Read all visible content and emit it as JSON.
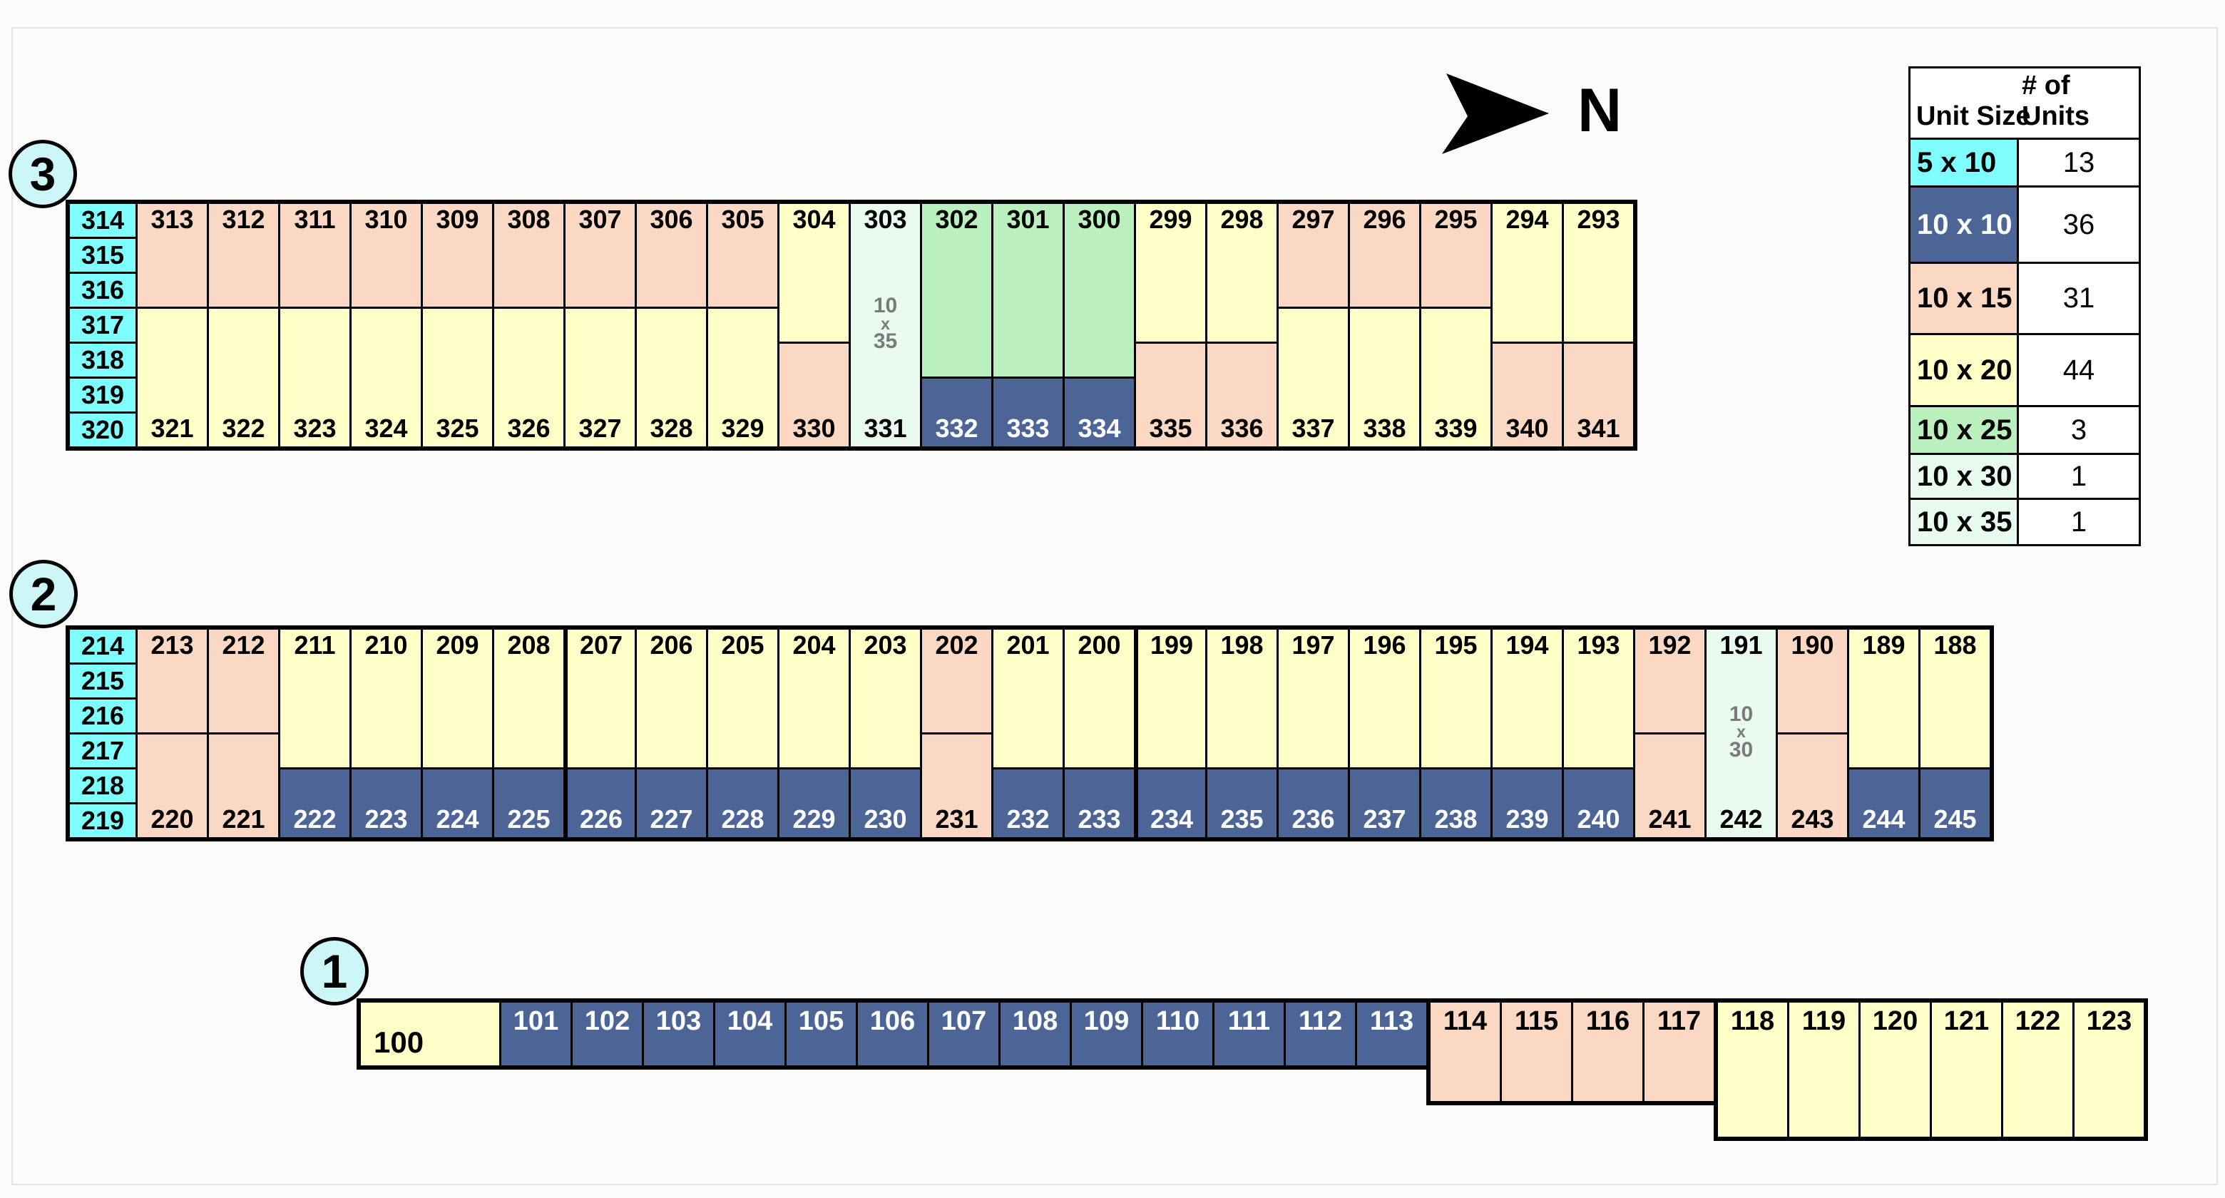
{
  "north": {
    "label": "N"
  },
  "palette": {
    "5x10": {
      "bg": "#7EFEFE",
      "fg": "#000000"
    },
    "10x10": {
      "bg": "#4D6496",
      "fg": "#FFFFFF"
    },
    "10x15": {
      "bg": "#FBD8C3",
      "fg": "#000000"
    },
    "10x20": {
      "bg": "#FFFFC8",
      "fg": "#000000"
    },
    "10x25": {
      "bg": "#BAF0BE",
      "fg": "#000000"
    },
    "10x30": {
      "bg": "#E9FAEF",
      "fg": "#000000"
    },
    "10x35": {
      "bg": "#E9FAEF",
      "fg": "#000000"
    }
  },
  "legend": {
    "header_size": "Unit Size",
    "header_count": "# of Units",
    "rows": [
      {
        "size": "5 x 10",
        "count": "13",
        "type": "5x10"
      },
      {
        "size": "10 x 10",
        "count": "36",
        "type": "10x10"
      },
      {
        "size": "10 x 15",
        "count": "31",
        "type": "10x15"
      },
      {
        "size": "10 x 20",
        "count": "44",
        "type": "10x20"
      },
      {
        "size": "10 x 25",
        "count": "3",
        "type": "10x25"
      },
      {
        "size": "10 x 30",
        "count": "1",
        "type": "10x30"
      },
      {
        "size": "10 x 35",
        "count": "1",
        "type": "10x35"
      }
    ]
  },
  "building3": {
    "badge": "3",
    "side_units": [
      {
        "label": "314",
        "type": "5x10"
      },
      {
        "label": "315",
        "type": "5x10"
      },
      {
        "label": "316",
        "type": "5x10"
      },
      {
        "label": "317",
        "type": "5x10"
      },
      {
        "label": "318",
        "type": "5x10"
      },
      {
        "label": "319",
        "type": "5x10"
      },
      {
        "label": "320",
        "type": "5x10"
      }
    ],
    "columns": [
      {
        "t": "313",
        "tt": "10x15",
        "tr": 3,
        "b": "321",
        "bt": "10x20"
      },
      {
        "t": "312",
        "tt": "10x15",
        "tr": 3,
        "b": "322",
        "bt": "10x20"
      },
      {
        "t": "311",
        "tt": "10x15",
        "tr": 3,
        "b": "323",
        "bt": "10x20"
      },
      {
        "t": "310",
        "tt": "10x15",
        "tr": 3,
        "b": "324",
        "bt": "10x20"
      },
      {
        "t": "309",
        "tt": "10x15",
        "tr": 3,
        "b": "325",
        "bt": "10x20"
      },
      {
        "t": "308",
        "tt": "10x15",
        "tr": 3,
        "b": "326",
        "bt": "10x20"
      },
      {
        "t": "307",
        "tt": "10x15",
        "tr": 3,
        "b": "327",
        "bt": "10x20"
      },
      {
        "t": "306",
        "tt": "10x15",
        "tr": 3,
        "b": "328",
        "bt": "10x20"
      },
      {
        "t": "305",
        "tt": "10x15",
        "tr": 3,
        "b": "329",
        "bt": "10x20"
      },
      {
        "t": "304",
        "tt": "10x20",
        "tr": 4,
        "b": "330",
        "bt": "10x15"
      },
      {
        "full": true,
        "t": "303",
        "b": "331",
        "type": "10x35",
        "note": [
          "10",
          "x",
          "35"
        ]
      },
      {
        "t": "302",
        "tt": "10x25",
        "tr": 5,
        "b": "332",
        "bt": "10x10"
      },
      {
        "t": "301",
        "tt": "10x25",
        "tr": 5,
        "b": "333",
        "bt": "10x10"
      },
      {
        "t": "300",
        "tt": "10x25",
        "tr": 5,
        "b": "334",
        "bt": "10x10"
      },
      {
        "t": "299",
        "tt": "10x20",
        "tr": 4,
        "b": "335",
        "bt": "10x15"
      },
      {
        "t": "298",
        "tt": "10x20",
        "tr": 4,
        "b": "336",
        "bt": "10x15"
      },
      {
        "t": "297",
        "tt": "10x15",
        "tr": 3,
        "b": "337",
        "bt": "10x20"
      },
      {
        "t": "296",
        "tt": "10x15",
        "tr": 3,
        "b": "338",
        "bt": "10x20"
      },
      {
        "t": "295",
        "tt": "10x15",
        "tr": 3,
        "b": "339",
        "bt": "10x20"
      },
      {
        "t": "294",
        "tt": "10x20",
        "tr": 4,
        "b": "340",
        "bt": "10x15"
      },
      {
        "t": "293",
        "tt": "10x20",
        "tr": 4,
        "b": "341",
        "bt": "10x15"
      }
    ]
  },
  "building2": {
    "badge": "2",
    "side_units": [
      {
        "label": "214",
        "type": "5x10"
      },
      {
        "label": "215",
        "type": "5x10"
      },
      {
        "label": "216",
        "type": "5x10"
      },
      {
        "label": "217",
        "type": "5x10"
      },
      {
        "label": "218",
        "type": "5x10"
      },
      {
        "label": "219",
        "type": "5x10"
      }
    ],
    "columns": [
      {
        "t": "213",
        "tt": "10x15",
        "tr": 3,
        "b": "220",
        "bt": "10x15"
      },
      {
        "t": "212",
        "tt": "10x15",
        "tr": 3,
        "b": "221",
        "bt": "10x15"
      },
      {
        "t": "211",
        "tt": "10x20",
        "tr": 4,
        "b": "222",
        "bt": "10x10"
      },
      {
        "t": "210",
        "tt": "10x20",
        "tr": 4,
        "b": "223",
        "bt": "10x10"
      },
      {
        "t": "209",
        "tt": "10x20",
        "tr": 4,
        "b": "224",
        "bt": "10x10"
      },
      {
        "t": "208",
        "tt": "10x20",
        "tr": 4,
        "b": "225",
        "bt": "10x10"
      },
      {
        "t": "207",
        "tt": "10x20",
        "tr": 4,
        "b": "226",
        "bt": "10x10",
        "thick": true
      },
      {
        "t": "206",
        "tt": "10x20",
        "tr": 4,
        "b": "227",
        "bt": "10x10"
      },
      {
        "t": "205",
        "tt": "10x20",
        "tr": 4,
        "b": "228",
        "bt": "10x10"
      },
      {
        "t": "204",
        "tt": "10x20",
        "tr": 4,
        "b": "229",
        "bt": "10x10"
      },
      {
        "t": "203",
        "tt": "10x20",
        "tr": 4,
        "b": "230",
        "bt": "10x10"
      },
      {
        "t": "202",
        "tt": "10x15",
        "tr": 3,
        "b": "231",
        "bt": "10x15"
      },
      {
        "t": "201",
        "tt": "10x20",
        "tr": 4,
        "b": "232",
        "bt": "10x10"
      },
      {
        "t": "200",
        "tt": "10x20",
        "tr": 4,
        "b": "233",
        "bt": "10x10"
      },
      {
        "t": "199",
        "tt": "10x20",
        "tr": 4,
        "b": "234",
        "bt": "10x10",
        "thick": true
      },
      {
        "t": "198",
        "tt": "10x20",
        "tr": 4,
        "b": "235",
        "bt": "10x10"
      },
      {
        "t": "197",
        "tt": "10x20",
        "tr": 4,
        "b": "236",
        "bt": "10x10"
      },
      {
        "t": "196",
        "tt": "10x20",
        "tr": 4,
        "b": "237",
        "bt": "10x10"
      },
      {
        "t": "195",
        "tt": "10x20",
        "tr": 4,
        "b": "238",
        "bt": "10x10"
      },
      {
        "t": "194",
        "tt": "10x20",
        "tr": 4,
        "b": "239",
        "bt": "10x10"
      },
      {
        "t": "193",
        "tt": "10x20",
        "tr": 4,
        "b": "240",
        "bt": "10x10"
      },
      {
        "t": "192",
        "tt": "10x15",
        "tr": 3,
        "b": "241",
        "bt": "10x15"
      },
      {
        "full": true,
        "t": "191",
        "b": "242",
        "type": "10x30",
        "note": [
          "10",
          "x",
          "30"
        ]
      },
      {
        "t": "190",
        "tt": "10x15",
        "tr": 3,
        "b": "243",
        "bt": "10x15"
      },
      {
        "t": "189",
        "tt": "10x20",
        "tr": 4,
        "b": "244",
        "bt": "10x10"
      },
      {
        "t": "188",
        "tt": "10x20",
        "tr": 4,
        "b": "245",
        "bt": "10x10"
      }
    ]
  },
  "building1": {
    "badge": "1",
    "blocks": [
      {
        "id": "b1a",
        "units": [
          {
            "label": "100",
            "type": "10x20",
            "wide": true
          },
          {
            "label": "101",
            "type": "10x10"
          },
          {
            "label": "102",
            "type": "10x10"
          },
          {
            "label": "103",
            "type": "10x10"
          },
          {
            "label": "104",
            "type": "10x10"
          },
          {
            "label": "105",
            "type": "10x10"
          },
          {
            "label": "106",
            "type": "10x10"
          },
          {
            "label": "107",
            "type": "10x10"
          },
          {
            "label": "108",
            "type": "10x10"
          },
          {
            "label": "109",
            "type": "10x10"
          },
          {
            "label": "110",
            "type": "10x10"
          },
          {
            "label": "111",
            "type": "10x10"
          },
          {
            "label": "112",
            "type": "10x10"
          },
          {
            "label": "113",
            "type": "10x10"
          }
        ]
      },
      {
        "id": "b1b",
        "units": [
          {
            "label": "114",
            "type": "10x15"
          },
          {
            "label": "115",
            "type": "10x15"
          },
          {
            "label": "116",
            "type": "10x15"
          },
          {
            "label": "117",
            "type": "10x15"
          }
        ]
      },
      {
        "id": "b1c",
        "units": [
          {
            "label": "118",
            "type": "10x20"
          },
          {
            "label": "119",
            "type": "10x20"
          },
          {
            "label": "120",
            "type": "10x20"
          },
          {
            "label": "121",
            "type": "10x20"
          },
          {
            "label": "122",
            "type": "10x20"
          },
          {
            "label": "123",
            "type": "10x20"
          }
        ]
      }
    ]
  }
}
